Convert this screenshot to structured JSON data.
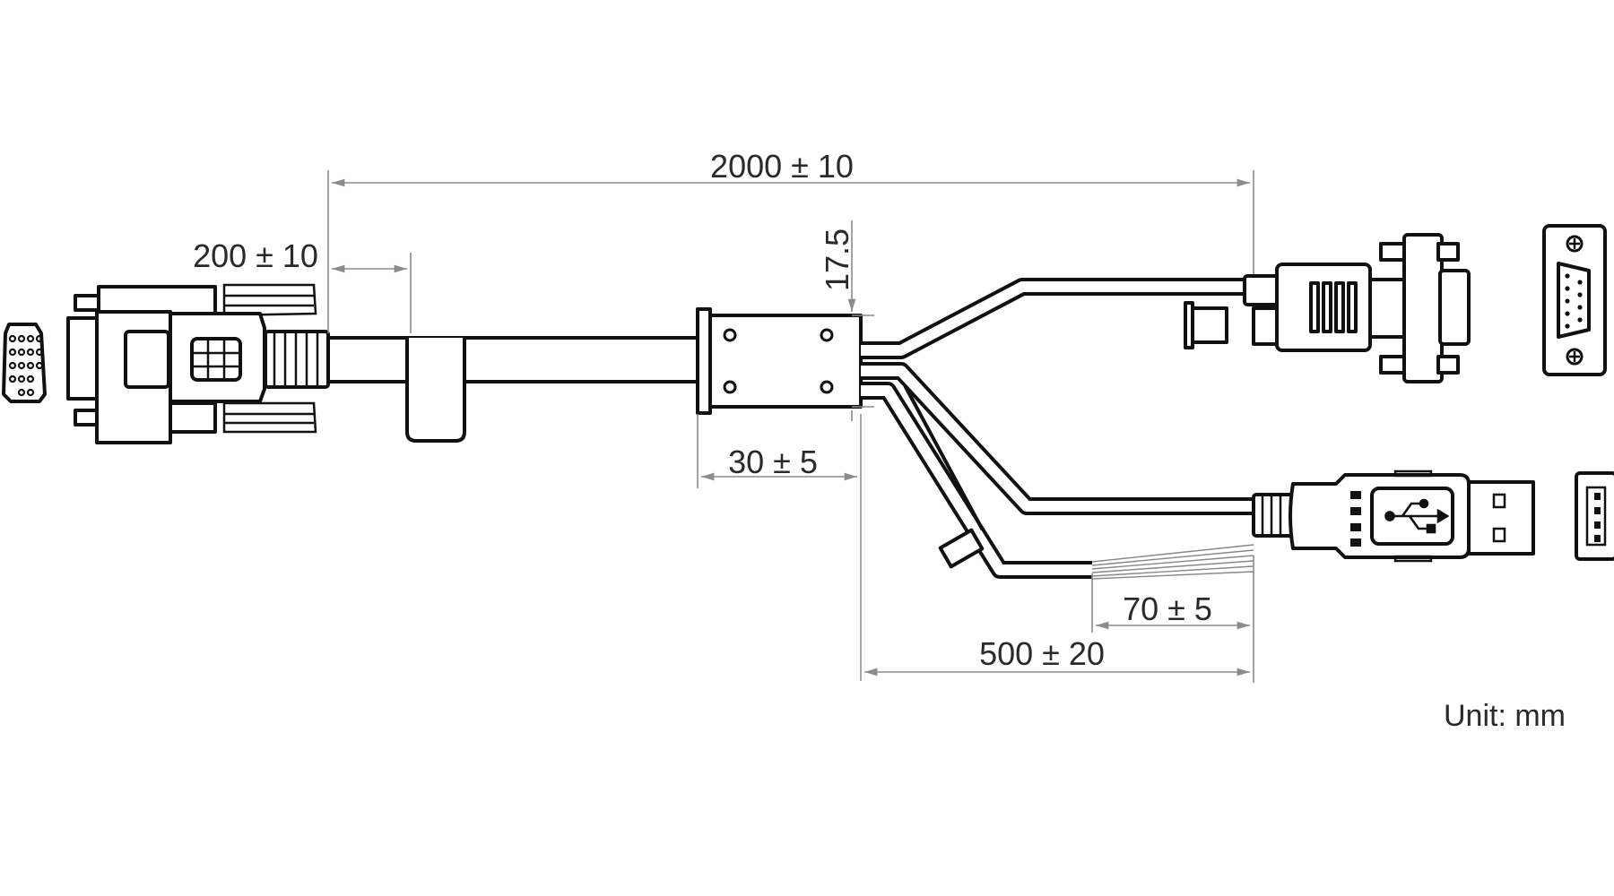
{
  "dimensions": {
    "overall_length": "2000 ± 10",
    "vga_breakout_length": "200 ± 10",
    "ferrite_width": "30 ± 5",
    "ferrite_height": "17.5",
    "branch_length": "500 ± 20",
    "strip_length": "70 ± 5"
  },
  "unit_label": "Unit: mm",
  "connectors": {
    "left": "vga-connector",
    "right_top": "db9-connector",
    "right_middle": "usb-a-connector",
    "right_bottom": "stripped-wires"
  }
}
